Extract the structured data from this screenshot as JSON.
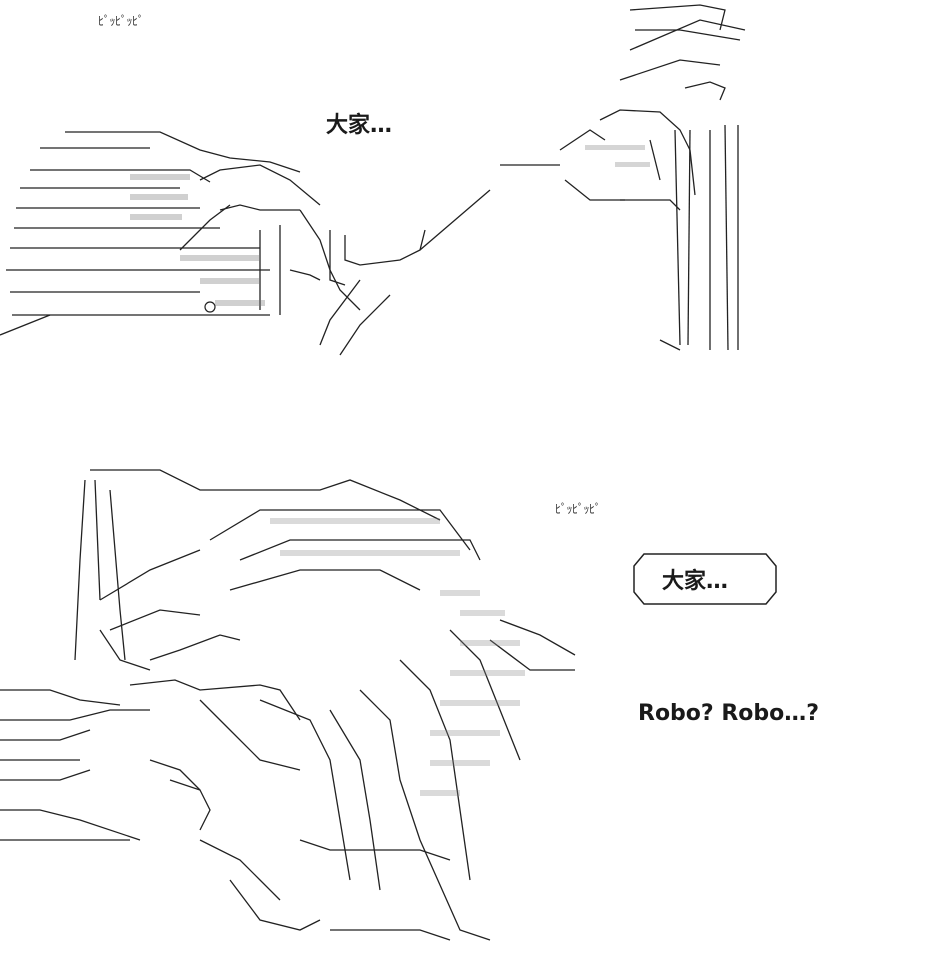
{
  "panels": [
    {
      "sfx": "ﾋﾟｯﾋﾟｯﾋﾟ",
      "dialogue": "大家…"
    },
    {
      "sfx": "ﾋﾟｯﾋﾟｯﾋﾟ",
      "bubble": "大家…",
      "dialogue": "Robo? Robo…?"
    }
  ],
  "colors": {
    "ink": "#1a1a1a",
    "background": "#ffffff"
  },
  "icons": [
    "robot-hand-art",
    "robot-arm-art",
    "robot-body-art"
  ]
}
